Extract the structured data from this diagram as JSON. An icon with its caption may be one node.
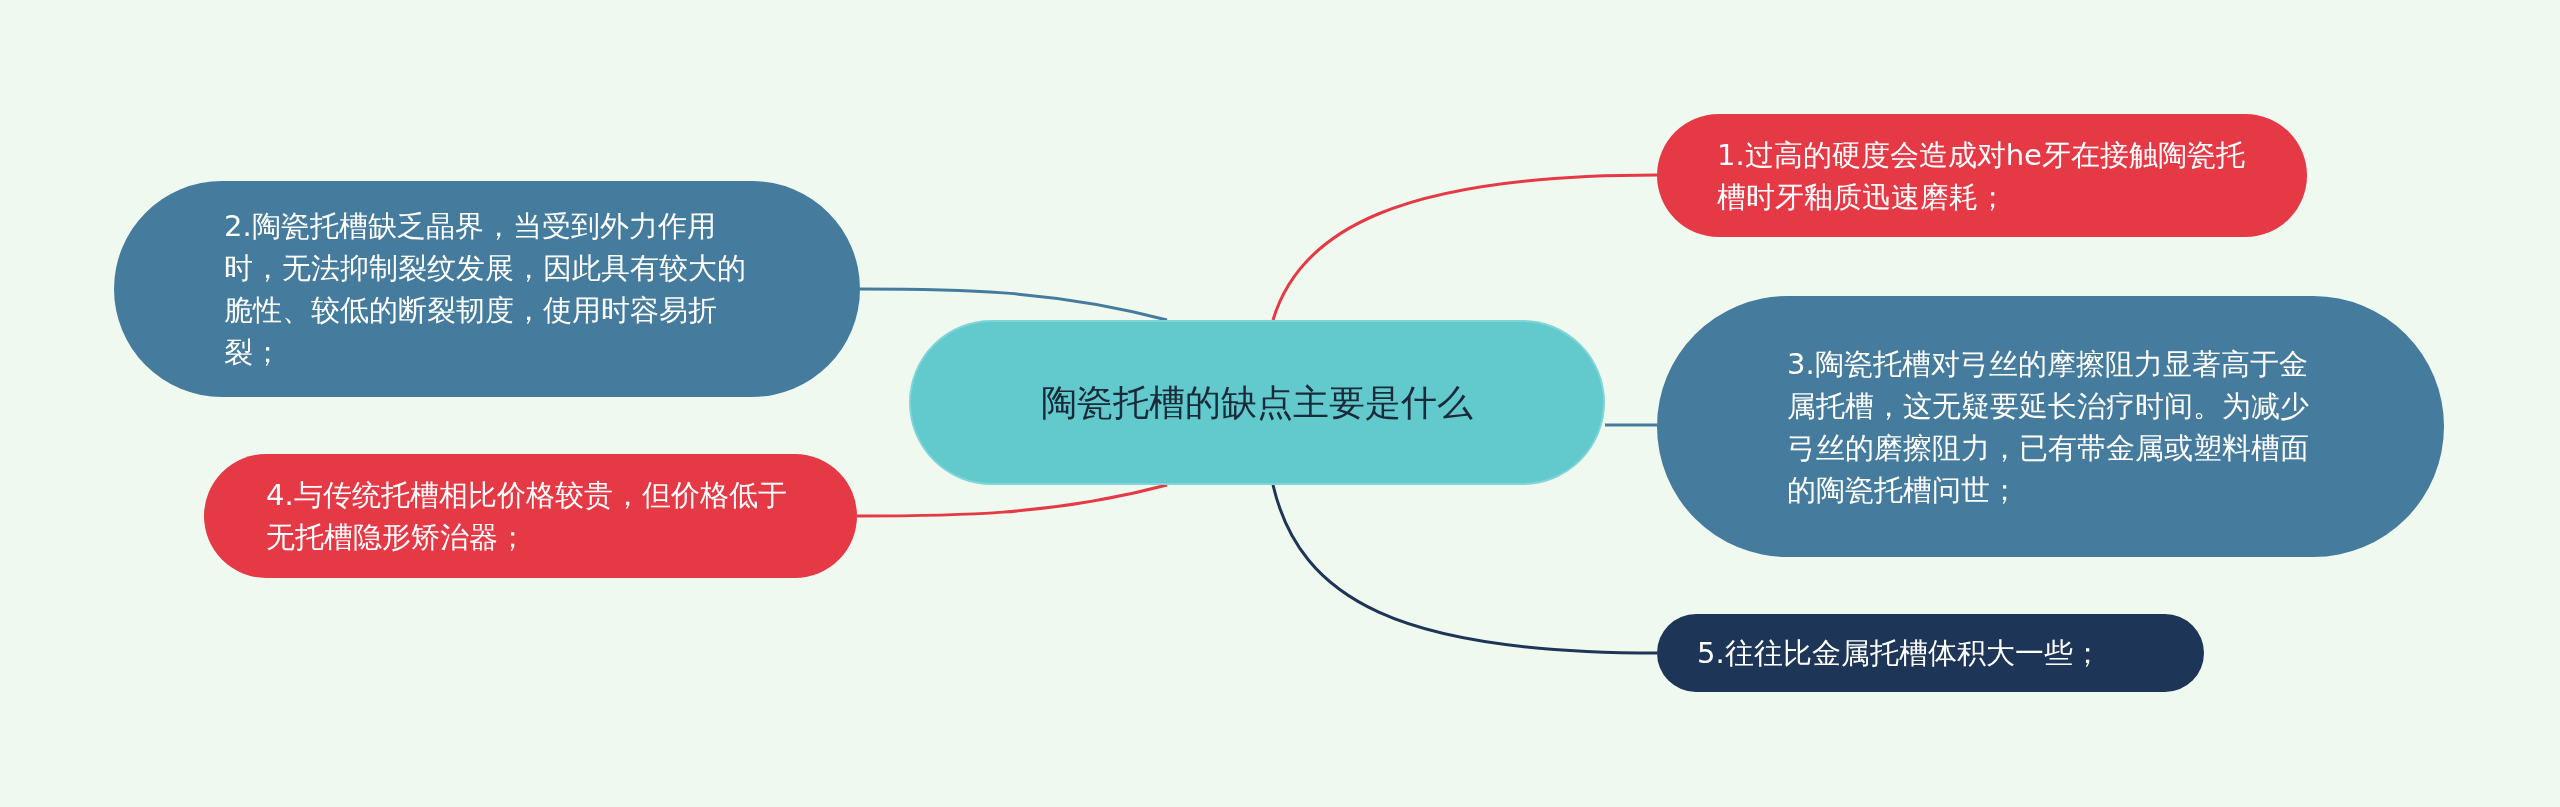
{
  "diagram": {
    "nodes": [
      {
        "text": [
          "陶瓷托槽的缺点主要是什么"
        ]
      },
      {
        "text": [
          "1.过高的硬度会造成对he牙在接触陶瓷托槽时牙釉质迅速磨耗；"
        ]
      },
      {
        "text": [
          "2.陶瓷托槽缺乏晶界，当受到外力作用时，无法抑制裂纹发展，因此具有较大的脆性、较低的断裂韧度，使用时容易折裂；"
        ]
      },
      {
        "text": [
          "3.陶瓷托槽对弓丝的摩擦阻力显著高于金属托槽，这无疑要延长治疗时间。为减少弓丝的磨擦阻力，已有带金属或塑料槽面的陶瓷托槽问世；"
        ]
      },
      {
        "text": [
          "4.与传统托槽相比价格较贵，但价格低于无托槽隐形矫治器；"
        ]
      },
      {
        "text": [
          "5.往往比金属托槽体积大一些；"
        ]
      }
    ],
    "edges": [
      {
        "from": 0,
        "to": 1,
        "arrow": "none",
        "color": "#e63946"
      },
      {
        "from": 0,
        "to": 2,
        "arrow": "none",
        "color": "#457b9d"
      },
      {
        "from": 0,
        "to": 3,
        "arrow": "none",
        "color": "#457b9d"
      },
      {
        "from": 0,
        "to": 4,
        "arrow": "none",
        "color": "#e63946"
      },
      {
        "from": 0,
        "to": 5,
        "arrow": "none",
        "color": "#1d3557"
      }
    ]
  }
}
